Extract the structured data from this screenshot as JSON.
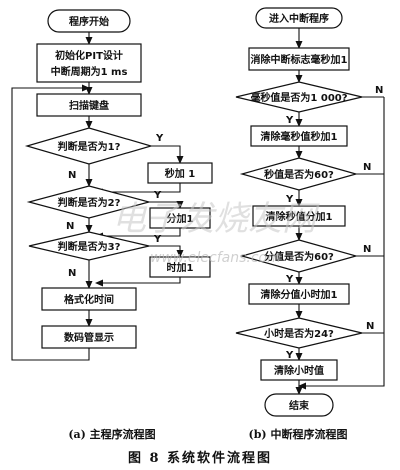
{
  "left": {
    "start": "程序开始",
    "init_line1": "初始化PIT设计",
    "init_line2": "中断周期为1 ms",
    "scan": "扫描键盘",
    "d1": "判断是否为1?",
    "d2": "判断是否为2?",
    "d3": "判断是否为3?",
    "sec": "秒加 1",
    "min": "分加1",
    "hour": "时加1",
    "format": "格式化时间",
    "display": "数码管显示",
    "caption": "(a) 主程序流程图"
  },
  "right": {
    "enter": "进入中断程序",
    "clear_flag": "消除中断标志毫秒加1",
    "d_ms": "毫秒值是否为1 000?",
    "clear_ms": "清除毫秒值秒加1",
    "d_sec": "秒值是否为60?",
    "clear_sec": "清除秒值分加1",
    "d_min": "分值是否为60?",
    "clear_min": "清除分值小时加1",
    "d_hour": "小时是否为24?",
    "clear_hour": "清除小时值",
    "end": "结束",
    "caption": "(b) 中断程序流程图"
  },
  "labels": {
    "yes": "Y",
    "no": "N"
  },
  "figure_caption": "图 8    系统软件流程图",
  "watermark": {
    "cn": "电子发烧友网",
    "url": "www.elecfans.com"
  }
}
